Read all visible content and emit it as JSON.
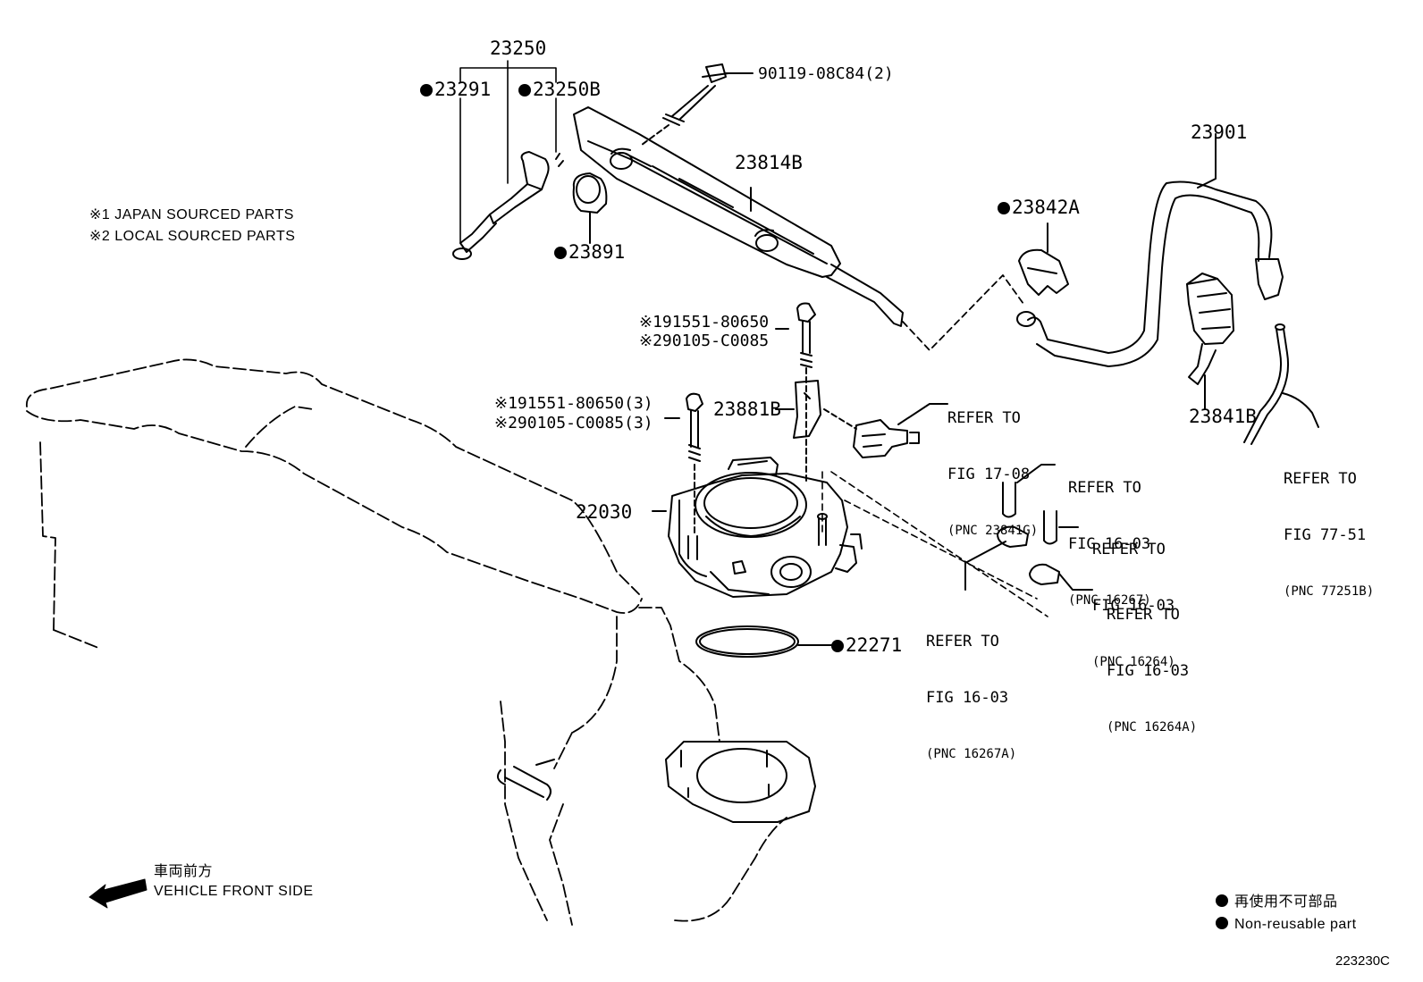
{
  "diagram": {
    "figure_id": "223230C",
    "notes": [
      "※1 JAPAN SOURCED PARTS",
      "※2 LOCAL SOURCED PARTS"
    ],
    "front": {
      "jp": "車両前方",
      "en": "VEHICLE FRONT SIDE"
    },
    "legend": {
      "jp": "再使用不可部品",
      "en": "Non-reusable part"
    },
    "parts": {
      "p23250": "23250",
      "p23291": "23291",
      "p23250B": "23250B",
      "p90119": "90119-08C84(2)",
      "p23814B": "23814B",
      "p23891": "23891",
      "p23901": "23901",
      "p23842A": "23842A",
      "p191551a": "※191551-80650",
      "p290105a": "※290105-C0085",
      "p191551b": "※191551-80650(3)",
      "p290105b": "※290105-C0085(3)",
      "p23881B": "23881B",
      "p23841B": "23841B",
      "p22030": "22030",
      "p22271": "22271"
    },
    "refs": {
      "r1708": {
        "l1": "REFER TO",
        "l2": "FIG 17-08",
        "pnc": "(PNC 23841G)"
      },
      "r7751": {
        "l1": "REFER TO",
        "l2": "FIG 77-51",
        "pnc": "(PNC 77251B)"
      },
      "r16267": {
        "l1": "REFER TO",
        "l2": "FIG 16-03",
        "pnc": "(PNC 16267)"
      },
      "r16264": {
        "l1": "REFER TO",
        "l2": "FIG 16-03",
        "pnc": "(PNC 16264)"
      },
      "r16264A": {
        "l1": "REFER TO",
        "l2": "FIG 16-03",
        "pnc": "(PNC 16264A)"
      },
      "r16267A": {
        "l1": "REFER TO",
        "l2": "FIG 16-03",
        "pnc": "(PNC 16267A)"
      }
    }
  }
}
